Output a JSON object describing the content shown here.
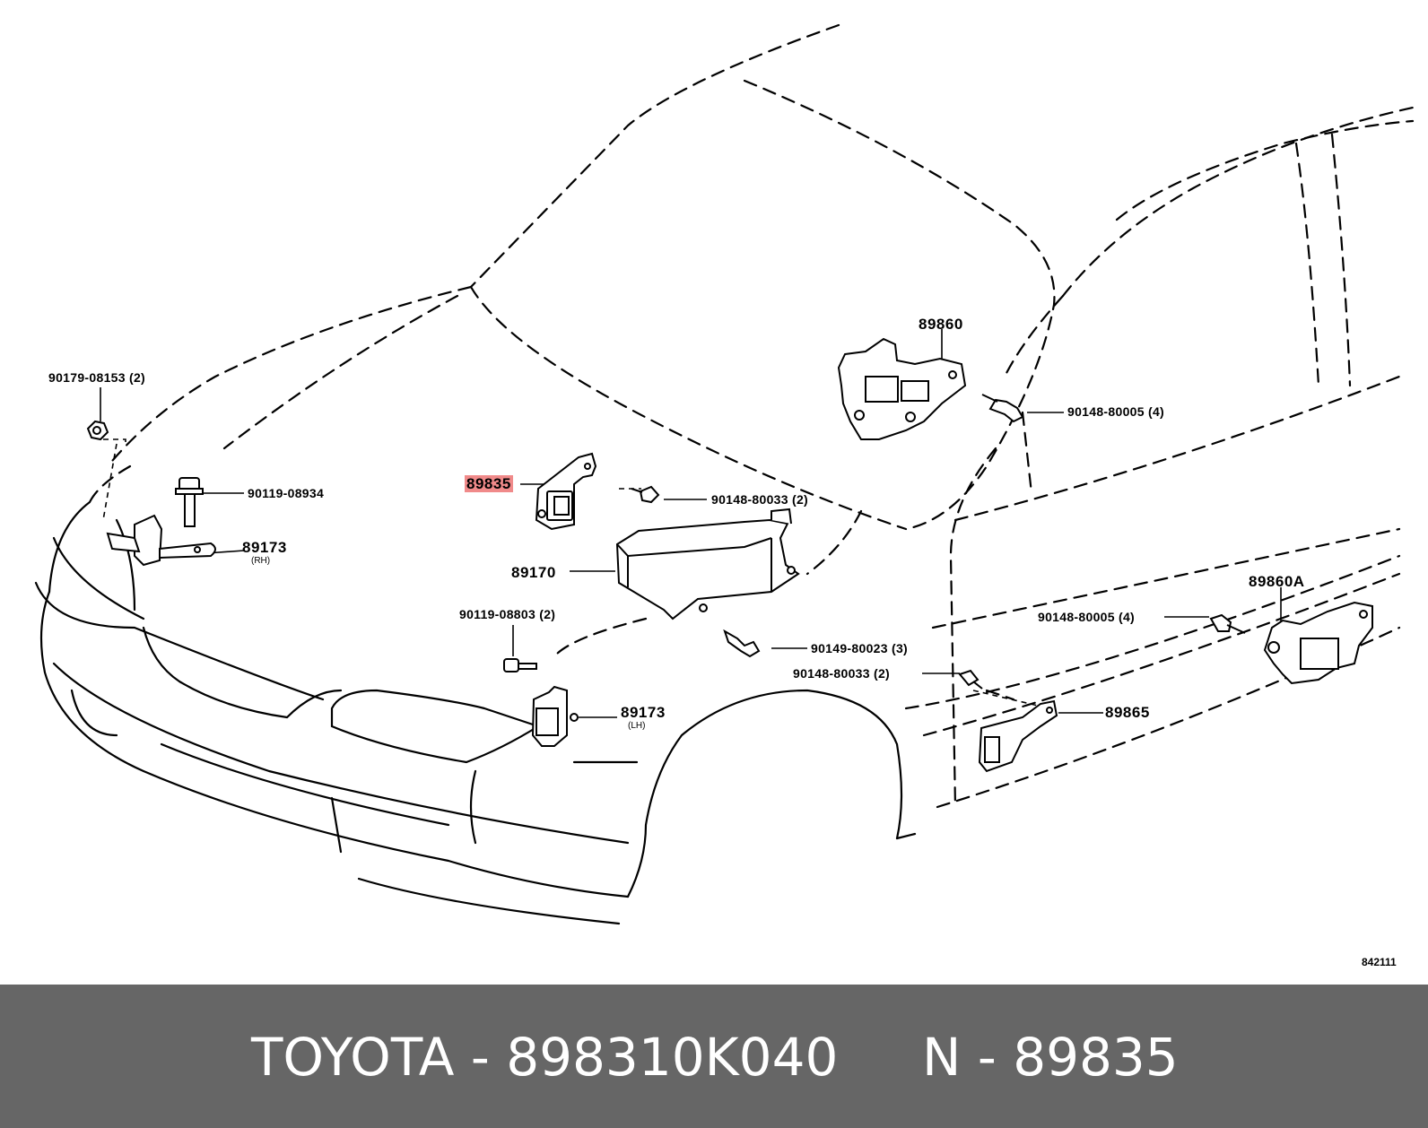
{
  "diagram": {
    "callouts": {
      "c_90179": "90179-08153 (2)",
      "c_90119a": "90119-08934",
      "c_89173rh": "89173",
      "c_rh": "(RH)",
      "c_89835": "89835",
      "c_90148a": "90148-80033 (2)",
      "c_89170": "89170",
      "c_90119b": "90119-08803 (2)",
      "c_90149": "90149-80023 (3)",
      "c_89173lh": "89173",
      "c_lh": "(LH)",
      "c_89860": "89860",
      "c_90148b": "90148-80005 (4)",
      "c_89860a": "89860A",
      "c_90148c": "90148-80005 (4)",
      "c_90148d": "90148-80033 (2)",
      "c_89865": "89865"
    },
    "highlight_color": "#f08a8a",
    "ref_number": "842111"
  },
  "footer": {
    "brand_part": "TOYOTA - 898310K040",
    "ref_part": "N - 89835",
    "background": "#666666"
  }
}
